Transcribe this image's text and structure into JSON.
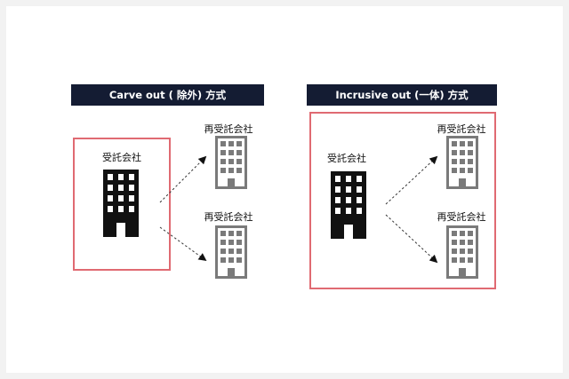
{
  "panels": [
    {
      "title": "Carve out ( 除外) 方式",
      "contractor_label": "受託会社",
      "subcontractor_labels": [
        "再受託会社",
        "再受託会社"
      ]
    },
    {
      "title": "Incrusive out (一体) 方式",
      "contractor_label": "受託会社",
      "subcontractor_labels": [
        "再受託会社",
        "再受託会社"
      ]
    }
  ],
  "colors": {
    "title_bg": "#141c33",
    "frame": "#e06a72",
    "contractor_building": "#111111",
    "subcontractor_building": "#7a7a7a"
  },
  "icons": {
    "contractor": "office-building-icon",
    "subcontractor": "office-building-icon",
    "connector": "dashed-arrow-icon"
  }
}
